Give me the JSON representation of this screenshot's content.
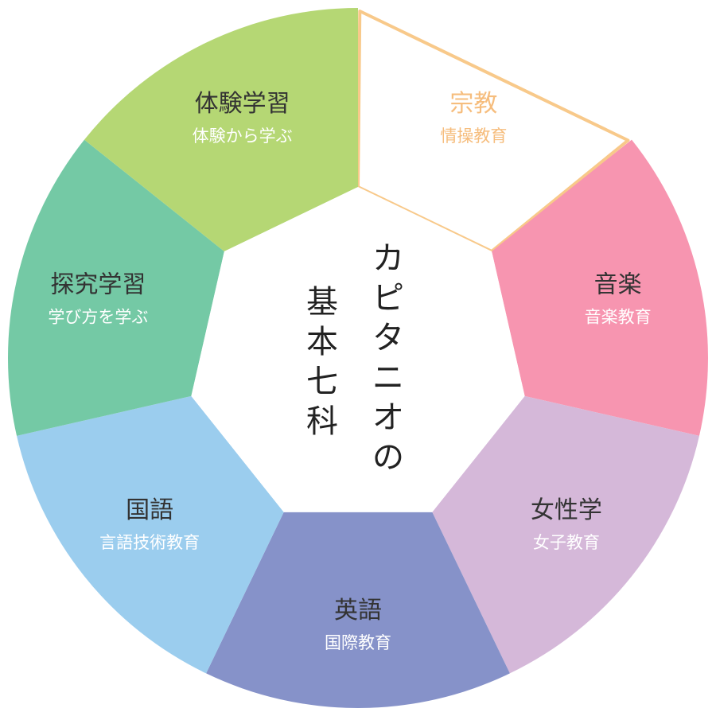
{
  "center": {
    "line1": "カピタニオの",
    "line2": "基本七科"
  },
  "segments": [
    {
      "id": "religion",
      "title": "宗教",
      "subtitle": "情操教育",
      "fill": "#ffffff",
      "stroke": "#f8c98a",
      "text_color": "#f6bd7d",
      "highlighted": true
    },
    {
      "id": "music",
      "title": "音楽",
      "subtitle": "音楽教育",
      "fill": "#f795b0",
      "text_color": "#333333",
      "sub_color": "#ffffff"
    },
    {
      "id": "womens-studies",
      "title": "女性学",
      "subtitle": "女子教育",
      "fill": "#d5b8d9",
      "text_color": "#333333",
      "sub_color": "#ffffff"
    },
    {
      "id": "english",
      "title": "英語",
      "subtitle": "国際教育",
      "fill": "#8692c9",
      "text_color": "#333333",
      "sub_color": "#ffffff"
    },
    {
      "id": "japanese",
      "title": "国語",
      "subtitle": "言語技術教育",
      "fill": "#9bcdee",
      "text_color": "#333333",
      "sub_color": "#ffffff"
    },
    {
      "id": "inquiry",
      "title": "探究学習",
      "subtitle": "学び方を学ぶ",
      "fill": "#74c9a5",
      "text_color": "#333333",
      "sub_color": "#ffffff"
    },
    {
      "id": "experiential",
      "title": "体験学習",
      "subtitle": "体験から学ぶ",
      "fill": "#b5d774",
      "text_color": "#333333",
      "sub_color": "#ffffff"
    }
  ]
}
